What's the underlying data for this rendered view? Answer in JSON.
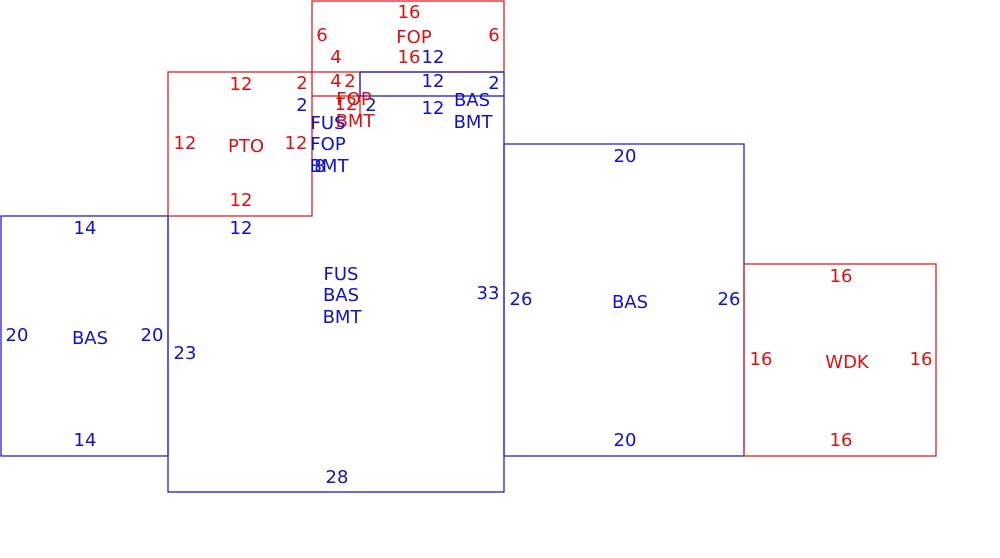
{
  "colors": {
    "living_area": "#1010cc",
    "exterior_feature": "#dd1111",
    "background": "#ffffff"
  },
  "areas": {
    "bas_left": {
      "codes": [
        "BAS"
      ],
      "dims": {
        "top": "14",
        "bottom": "14",
        "left": "20",
        "right": "20"
      }
    },
    "center_main": {
      "codes": [
        "FUS",
        "BAS",
        "BMT"
      ],
      "dims": {
        "top": "12",
        "left": "23",
        "right": "33",
        "bottom": "28"
      }
    },
    "pto": {
      "codes": [
        "PTO"
      ],
      "dims": {
        "top": "12",
        "bottom": "12",
        "left": "12",
        "right": "12",
        "corner": "2"
      }
    },
    "fop_top": {
      "codes": [
        "FOP"
      ],
      "dims": {
        "top": "16",
        "left": "6",
        "right": "6",
        "bottom": "16",
        "inner_left": "4"
      }
    },
    "notch": {
      "dims": {
        "a": "4",
        "b": "2",
        "c": "12",
        "d": "2"
      }
    },
    "fus_fop_bmt": {
      "codes": [
        "FUS",
        "FOP",
        "BMT"
      ],
      "dims": {
        "left": "2",
        "inner": "8"
      }
    },
    "fop_bmt_small": {
      "codes": [
        "FOP",
        "BMT"
      ]
    },
    "bas_bmt_strip": {
      "codes": [
        "BAS",
        "BMT"
      ],
      "dims": {
        "top": "12",
        "mid": "12",
        "lower": "12",
        "right": "2"
      }
    },
    "bas_right": {
      "codes": [
        "BAS"
      ],
      "dims": {
        "top": "20",
        "bottom": "20",
        "left": "26",
        "right": "26"
      }
    },
    "wdk": {
      "codes": [
        "WDK"
      ],
      "dims": {
        "top": "16",
        "bottom": "16",
        "left": "16",
        "right": "16"
      }
    }
  }
}
